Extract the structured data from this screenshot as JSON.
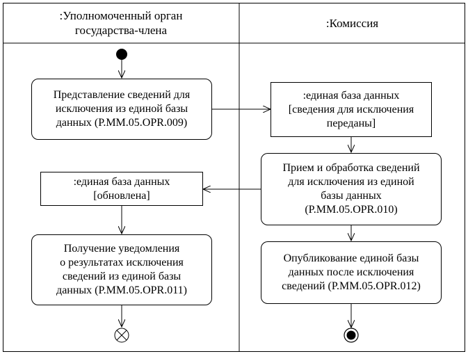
{
  "lanes": {
    "left_header": ":Уполномоченный орган\nгосударства-члена",
    "right_header": ":Комиссия"
  },
  "nodes": {
    "submit_info": "Представление сведений для\nисключения из единой базы\nданных (P.MM.05.OPR.009)",
    "db_transferred": ":единая база данных\n[сведения для исключения\nпереданы]",
    "receive_process": "Прием и обработка сведений\nдля исключения из единой\nбазы данных\n(P.MM.05.OPR.010)",
    "db_updated": ":единая база данных\n[обновлена]",
    "receive_notification": "Получение уведомления\nо результатах исключения\nсведений из единой базы\nданных (P.MM.05.OPR.011)",
    "publish_db": "Опубликование единой базы\nданных после исключения\nсведений (P.MM.05.OPR.012)"
  },
  "colors": {
    "stroke": "#000000",
    "background": "#ffffff"
  }
}
